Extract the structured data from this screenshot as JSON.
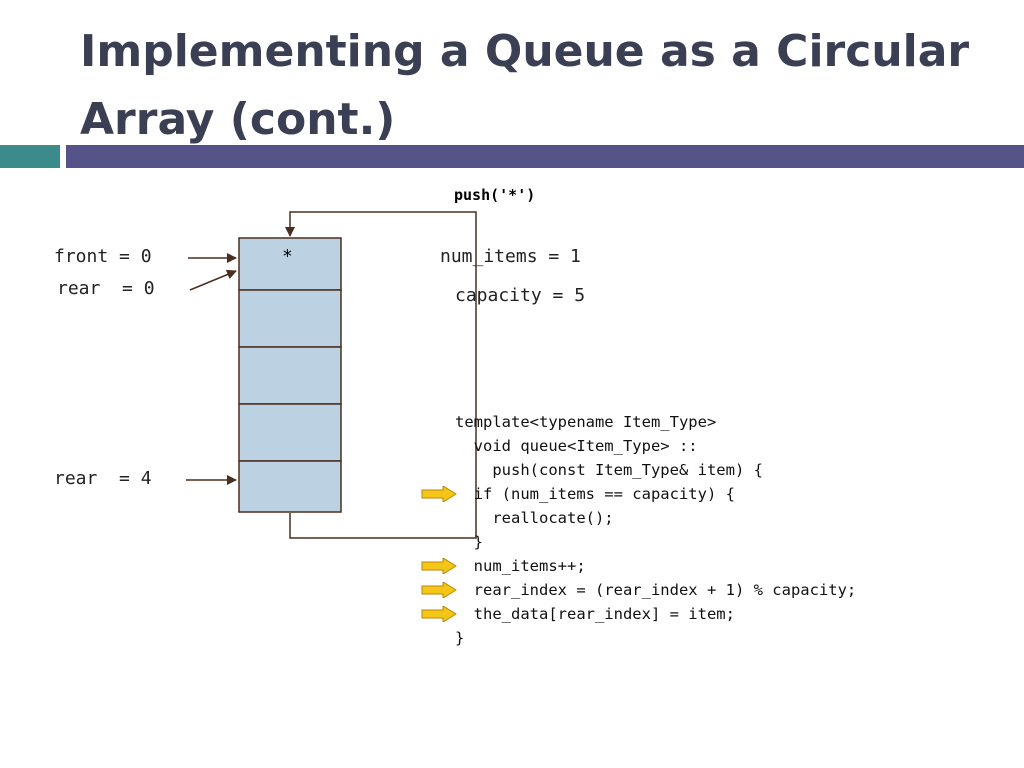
{
  "slide": {
    "title": "Implementing a Queue as a Circular Array (cont.)",
    "operation": "push('*')"
  },
  "queue": {
    "cells": [
      "*",
      "",
      "",
      "",
      ""
    ],
    "front_label": "front = 0",
    "rear_label_old": "rear  = 0",
    "rear_label_new": "rear  = 4",
    "num_items_label": "num_items = 1",
    "capacity_label": "capacity = 5"
  },
  "code": {
    "lines": [
      "template<typename Item_Type>",
      "  void queue<Item_Type> ::",
      "    push(const Item_Type& item) {",
      "  if (num_items == capacity) {",
      "    reallocate();",
      "  }",
      "  num_items++;",
      "  rear_index = (rear_index + 1) % capacity;",
      "  the_data[rear_index] = item;",
      "}"
    ],
    "highlighted_lines": [
      3,
      6,
      7,
      8
    ]
  },
  "colors": {
    "cell_fill": "#bcd2e2",
    "arrow_fill": "#f5c518",
    "title": "#3b3f54"
  }
}
